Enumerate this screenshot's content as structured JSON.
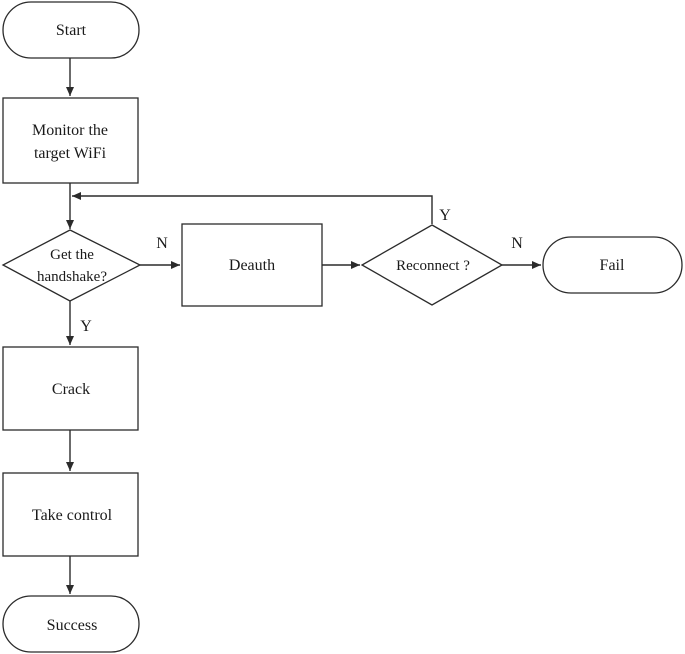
{
  "diagram": {
    "nodes": {
      "start": "Start",
      "monitor_line1": "Monitor the",
      "monitor_line2": "target WiFi",
      "handshake_line1": "Get the",
      "handshake_line2": "handshake?",
      "deauth": "Deauth",
      "reconnect": "Reconnect ?",
      "fail": "Fail",
      "crack": "Crack",
      "take_control": "Take control",
      "success": "Success"
    },
    "edge_labels": {
      "handshake_no": "N",
      "handshake_yes": "Y",
      "reconnect_yes": "Y",
      "reconnect_no": "N"
    }
  }
}
